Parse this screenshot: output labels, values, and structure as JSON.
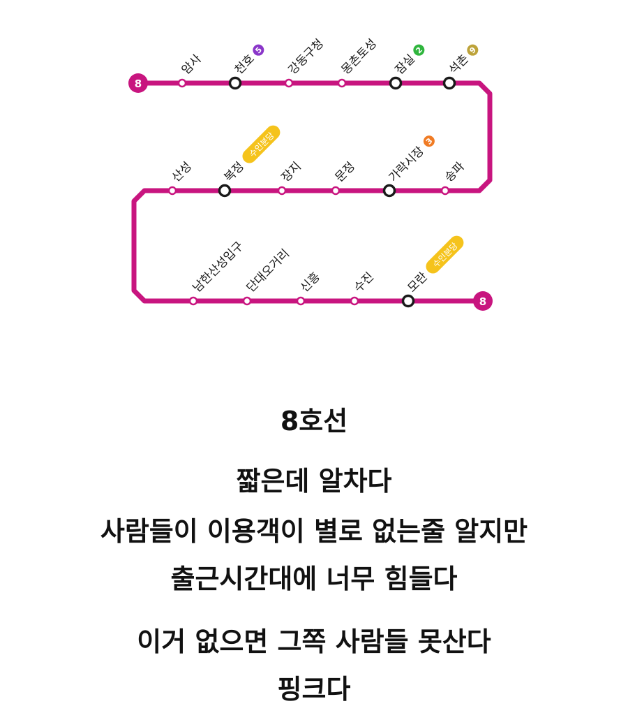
{
  "line": {
    "badge": "8",
    "color": "#c8157f",
    "stations": [
      {
        "name": "암사",
        "transfer": null
      },
      {
        "name": "천호",
        "transfer": "5"
      },
      {
        "name": "강동구청",
        "transfer": null
      },
      {
        "name": "몽촌토성",
        "transfer": null
      },
      {
        "name": "잠실",
        "transfer": "2"
      },
      {
        "name": "석촌",
        "transfer": "9"
      },
      {
        "name": "송파",
        "transfer": null
      },
      {
        "name": "가락시장",
        "transfer": "3"
      },
      {
        "name": "문정",
        "transfer": null
      },
      {
        "name": "장지",
        "transfer": null
      },
      {
        "name": "복정",
        "transfer": "수인분당"
      },
      {
        "name": "산성",
        "transfer": null
      },
      {
        "name": "남한산성입구",
        "transfer": null
      },
      {
        "name": "단대오거리",
        "transfer": null
      },
      {
        "name": "신흥",
        "transfer": null
      },
      {
        "name": "수진",
        "transfer": null
      },
      {
        "name": "모란",
        "transfer": "수인분당"
      }
    ],
    "transfer_colors": {
      "5": "#8a36c9",
      "2": "#2fb53d",
      "9": "#bda33a",
      "3": "#f07b24",
      "수인분당": "#f5c31c"
    }
  },
  "caption": {
    "line1": "8호선",
    "line2": "짧은데 알차다",
    "line3": "사람들이 이용객이 별로 없는줄 알지만",
    "line4": "출근시간대에 너무 힘들다",
    "line5": "이거 없으면 그쪽 사람들 못산다",
    "line6": "핑크다"
  }
}
